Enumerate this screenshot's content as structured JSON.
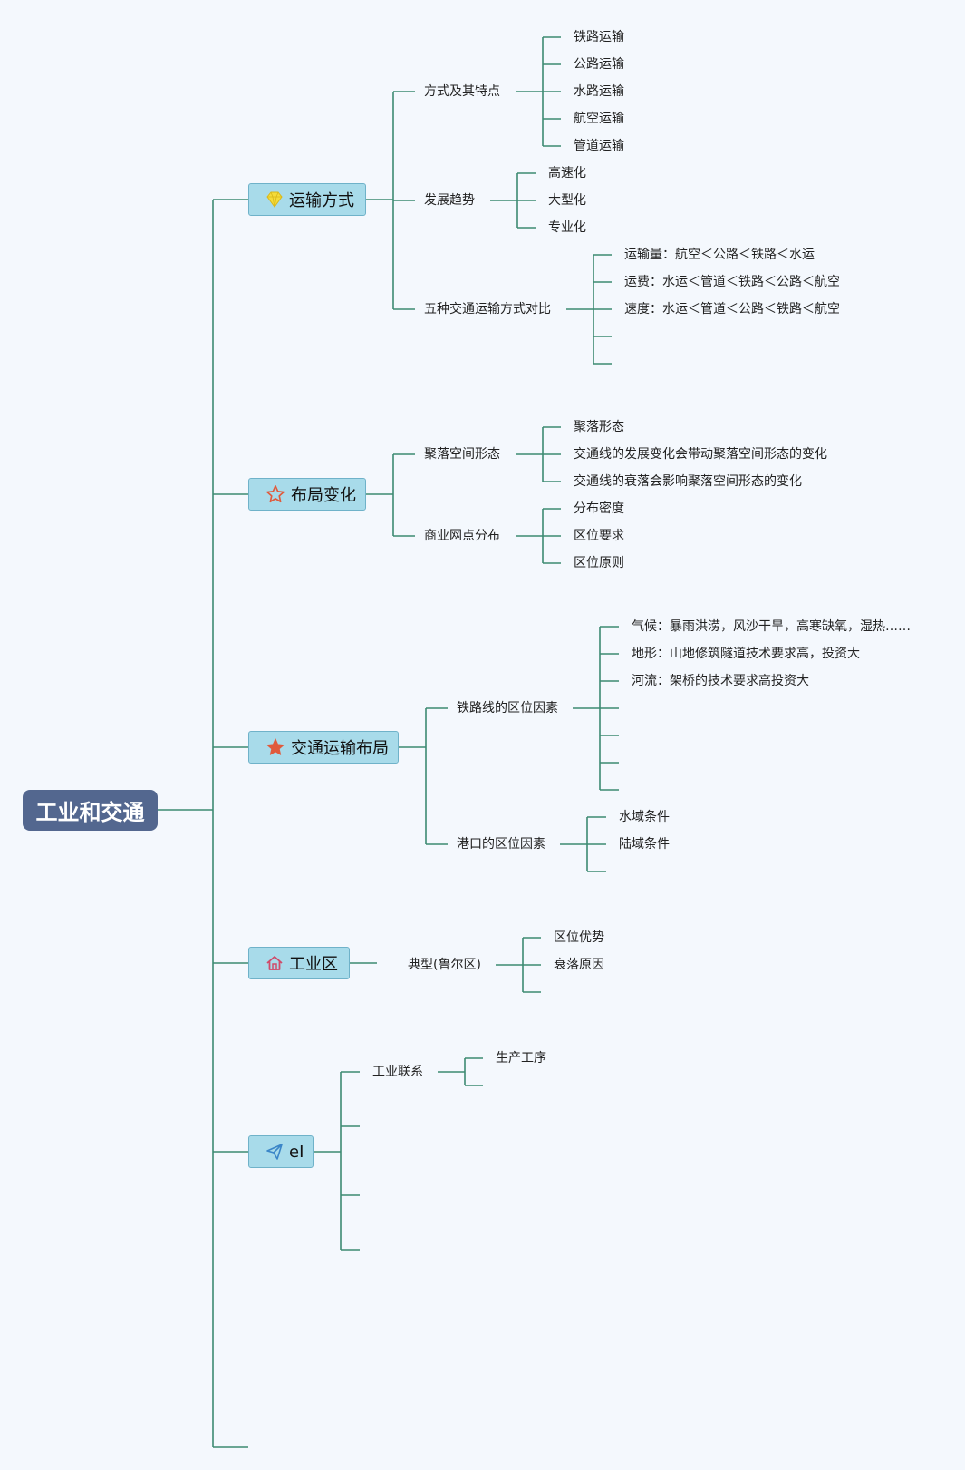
{
  "root": {
    "label": "工业和交通"
  },
  "topics": {
    "t1": {
      "label": "运输方式",
      "icon": "gem-icon",
      "color": "#f2d22b"
    },
    "t2": {
      "label": "布局变化",
      "icon": "star-outline-icon",
      "color": "#e05a3c"
    },
    "t3": {
      "label": "交通运输布局",
      "icon": "star-icon",
      "color": "#e05a3c"
    },
    "t4": {
      "label": "工业区",
      "icon": "house-icon",
      "color": "#d04b6a"
    },
    "t5": {
      "label": "eI",
      "icon": "paper-plane-icon",
      "color": "#3b86c8"
    }
  },
  "branches": {
    "fangshi": "方式及其特点",
    "fangshi_items": [
      "铁路运输",
      "公路运输",
      "水路运输",
      "航空运输",
      "管道运输"
    ],
    "qushi": "发展趋势",
    "qushi_items": [
      "高速化",
      "大型化",
      "专业化"
    ],
    "duibi": "五种交通运输方式对比",
    "duibi_items": [
      "运输量：航空＜公路＜铁路＜水运",
      "运费：水运＜管道＜铁路＜公路＜航空",
      "速度：水运＜管道＜公路＜铁路＜航空"
    ],
    "juluo": "聚落空间形态",
    "juluo_items": [
      "聚落形态",
      "交通线的发展变化会带动聚落空间形态的变化",
      "交通线的衰落会影响聚落空间形态的变化"
    ],
    "shangye": "商业网点分布",
    "shangye_items": [
      "分布密度",
      "区位要求",
      "区位原则"
    ],
    "tielu": "铁路线的区位因素",
    "tielu_items": [
      "气候：暴雨洪涝，风沙干旱，高寒缺氧，湿热……",
      "地形：山地修筑隧道技术要求高，投资大",
      "河流：架桥的技术要求高投资大"
    ],
    "gangkou": "港口的区位因素",
    "gangkou_items": [
      "水域条件",
      "陆域条件"
    ],
    "dianxing": "典型(鲁尔区)",
    "dianxing_items": [
      "区位优势",
      "衰落原因"
    ],
    "lianxi": "工业联系",
    "lianxi_items": [
      "生产工序"
    ]
  },
  "colors": {
    "connector": "#3d8a72",
    "background": "#f4f8fd",
    "root_fill": "#53678f",
    "topic_fill": "#a8dbea"
  }
}
